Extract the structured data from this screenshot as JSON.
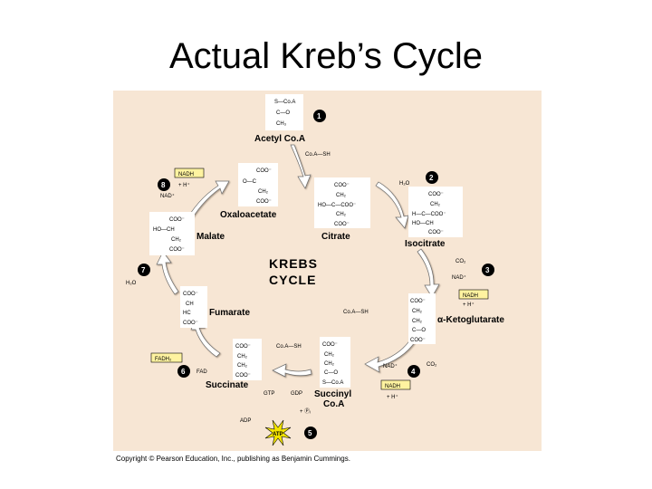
{
  "title": "Actual Kreb’s Cycle",
  "copyright": "Copyright © Pearson Education, Inc., publishing as Benjamin Cummings.",
  "center_label_line1": "KREBS",
  "center_label_line2": "CYCLE",
  "compounds": {
    "acetyl_coa": "Acetyl Co.A",
    "oxaloacetate": "Oxaloacetate",
    "citrate": "Citrate",
    "isocitrate": "Isocitrate",
    "ketoglutarate": "α-Ketoglutarate",
    "succinyl_coa_1": "Succinyl",
    "succinyl_coa_2": "Co.A",
    "succinate": "Succinate",
    "fumarate": "Fumarate",
    "malate": "Malate"
  },
  "molecules": {
    "acetyl_coa": [
      "S—Co.A",
      "C—O",
      "CH₃"
    ],
    "oxaloacetate": [
      "COO⁻",
      "O—C",
      "CH₂",
      "COO⁻"
    ],
    "citrate": [
      "COO⁻",
      "CH₂",
      "HO—C—COO⁻",
      "CH₂",
      "COO⁻"
    ],
    "isocitrate": [
      "COO⁻",
      "CH₂",
      "H—C—COO⁻",
      "HO—CH",
      "COO⁻"
    ],
    "ketoglutarate": [
      "COO⁻",
      "CH₂",
      "CH₂",
      "C—O",
      "COO⁻"
    ],
    "succinyl_coa": [
      "COO⁻",
      "CH₂",
      "CH₂",
      "C—O",
      "S—Co.A"
    ],
    "succinate": [
      "COO⁻",
      "CH₂",
      "CH₂",
      "COO⁻"
    ],
    "fumarate": [
      "COO⁻",
      "CH",
      "HC",
      "COO⁻"
    ],
    "malate": [
      "COO⁻",
      "HO—CH",
      "CH₂",
      "COO⁻"
    ]
  },
  "cofactors": {
    "coash_top": "Co.A—SH",
    "h2o_step2": "H₂O",
    "co2_step3": "CO₂",
    "nad_step3": "NAD⁺",
    "nadh_step3": "NADH",
    "h_step3": "+ H⁺",
    "coash_step4": "Co.A—SH",
    "nad_step4": "NAD⁺",
    "co2_step4": "CO₂",
    "nadh_step4": "NADH",
    "h_step4": "+ H⁺",
    "coash_step5": "Co.A—SH",
    "gtp": "GTP",
    "gdp": "GDP",
    "pi": "+ Ⓟᵢ",
    "adp": "ADP",
    "atp": "ATP",
    "fadh2": "FADH₂",
    "fad": "FAD",
    "h2o_step7": "H₂O",
    "nadh_step8": "NADH",
    "h_step8": "+ H⁺",
    "nad_step8": "NAD⁺"
  },
  "steps": [
    "1",
    "2",
    "3",
    "4",
    "5",
    "6",
    "7",
    "8"
  ],
  "colors": {
    "panel": "#f7e6d4",
    "tag": "#fff3a0",
    "arrow": "#ffffff",
    "purple": "#8a3aa8",
    "blue": "#2c5fd6"
  }
}
